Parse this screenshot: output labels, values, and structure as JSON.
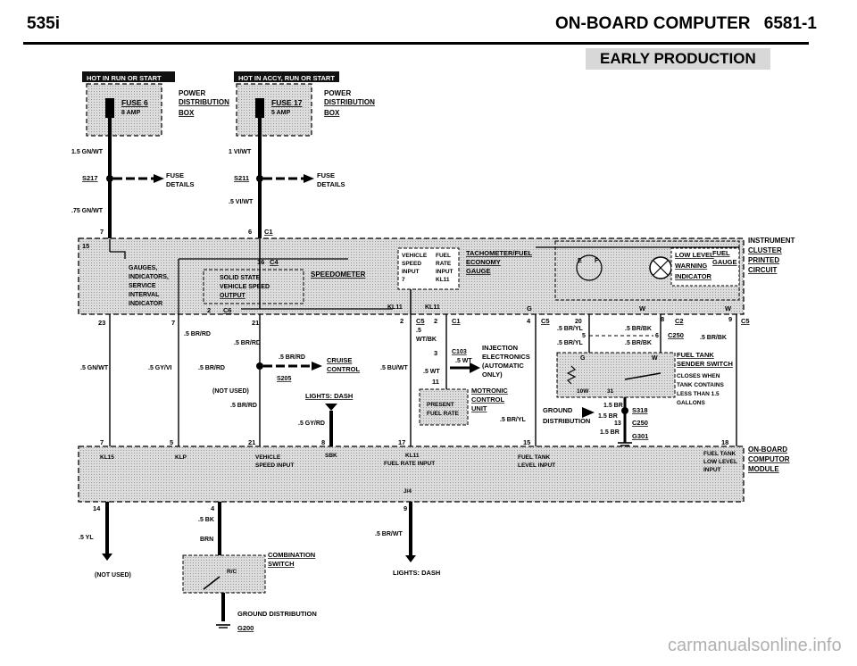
{
  "header": {
    "model": "535i",
    "title": "ON-BOARD COMPUTER",
    "page": "6581-1",
    "badge": "EARLY PRODUCTION"
  },
  "watermark": "carmanualsonline.info",
  "power": {
    "hot_run_start": "HOT IN RUN OR START",
    "hot_accy_run_start": "HOT IN ACCY, RUN OR START",
    "fuse6": "FUSE 6",
    "fuse6_amp": "8 AMP",
    "fuse17": "FUSE 17",
    "fuse17_amp": "5 AMP",
    "pd_line1": "POWER",
    "pd_line2": "DISTRIBUTION",
    "pd_line3": "BOX",
    "fuse_details_1": "FUSE",
    "fuse_details_2": "DETAILS"
  },
  "wires": {
    "w_15gnwt": "1.5 GN/WT",
    "w_1viwt": "1 VI/WT",
    "s217": "S217",
    "s211": "S211",
    "w_75gnwt": ".75 GN/WT",
    "w_5viwt": ".5 VI/WT",
    "pin7": "7",
    "pin6": "6",
    "c1": "C1",
    "pin15": "15"
  },
  "cluster": {
    "gauge_lines": [
      "GAUGES,",
      "INDICATORS,",
      "SERVICE",
      "INTERVAL",
      "INDICATOR"
    ],
    "c6": "C6",
    "pin16": "16",
    "c4": "C4",
    "solid_state": "SOLID STATE",
    "vss": "VEHICLE SPEED",
    "output": "OUTPUT",
    "speedometer": "SPEEDOMETER",
    "pin2": "2",
    "vsi_lines": [
      "VEHICLE",
      "SPEED",
      "INPUT",
      "7"
    ],
    "fri_lines": [
      "FUEL",
      "RATE",
      "INPUT",
      "KL11"
    ],
    "tach_lines": [
      "TACHOMETER/FUEL",
      "ECONOMY",
      "GAUGE"
    ],
    "kl11a": "KL11",
    "kl11b": "KL11",
    "low_level": "LOW LEVEL",
    "warning": "WARNING",
    "indicator": "INDICATOR",
    "fuel": "FUEL",
    "gauge": "GAUGE",
    "e": "E",
    "f": "F",
    "g": "G",
    "w": "W",
    "w2": "W",
    "ic_lines": [
      "INSTRUMENT",
      "CLUSTER",
      "PRINTED",
      "CIRCUIT"
    ]
  },
  "middle": {
    "pin23": "23",
    "pin7b": "7",
    "pin21": "21",
    "w5brrd_a": ".5 BR/RD",
    "w5brrd_b": ".5 BR/RD",
    "w5brrd_c": ".5 BR/RD",
    "w5brrd_d": ".5 BR/RD",
    "w5brrd_e": ".5 BR/RD",
    "w5gnwt": ".5 GN/WT",
    "w5gyvi": ".5 GY/VI",
    "cruise1": "CRUISE",
    "cruise2": "CONTROL",
    "s205": "S205",
    "not_used": "(NOT USED)",
    "lights_dash": "LIGHTS: DASH",
    "w5gyrd": ".5 GY/RD",
    "pin2b": "2",
    "c5": "C5",
    "pin2c": "2",
    "c1b": "C1",
    "p5": ".5",
    "wtbk": "WT/BK",
    "pin3": "3",
    "c103": "C103",
    "w5wt_a": ".5 WT",
    "w5wt_b": ".5 WT",
    "pin11": "11",
    "w5buwt": ".5 BU/WT",
    "inj_lines": [
      "INJECTION",
      "ELECTRONICS",
      "(AUTOMATIC",
      "ONLY)"
    ],
    "motronic_lines": [
      "MOTRONIC",
      "CONTROL",
      "UNIT"
    ],
    "present_lines": [
      "PRESENT",
      "FUEL RATE"
    ],
    "w5bryl": ".5 BR/YL"
  },
  "right": {
    "pin4": "4",
    "c5b": "C5",
    "pin20": "20",
    "pin8": "8",
    "c2": "C2",
    "pin9": "9",
    "c5c": "C5",
    "pin5": "5",
    "pin6b": "6",
    "c250": "C250",
    "bryl_a": ".5 BR/YL",
    "bryl_b": ".5 BR/YL",
    "brbk_a": ".5 BR/BK",
    "brbk_b": ".5 BR/BK",
    "brbk_c": ".5 BR/BK",
    "sender_lines": [
      "FUEL TANK",
      "SENDER SWITCH"
    ],
    "closes_lines": [
      "CLOSES WHEN",
      "TANK CONTAINS",
      "LESS THAN 1.5",
      "GALLONS"
    ],
    "g2": "G",
    "w3": "W",
    "ohm": "10W",
    "pin31": "31",
    "br15a": "1.5 BR",
    "br15b": "1.5 BR",
    "br15c": "1.5 BR",
    "s318": "S318",
    "ground": "GROUND",
    "distribution": "DISTRIBUTION",
    "pin13": "13",
    "c250b": "C250",
    "g301": "G301"
  },
  "obc": {
    "p7": "7",
    "p5": "5",
    "p21": "21",
    "p8": "8",
    "p17": "17",
    "p15": "15",
    "p18": "18",
    "kl15": "KL15",
    "klp": "KLP",
    "vsi1": "VEHICLE",
    "vsi2": "SPEED INPUT",
    "sbk": "SBK",
    "kl11": "KL11",
    "fri": "FUEL RATE INPUT",
    "ftl1": "FUEL TANK",
    "ftl2": "LEVEL INPUT",
    "ftl3_1": "FUEL TANK",
    "ftl3_2": "LOW LEVEL",
    "ftl3_3": "INPUT",
    "j4": "J/4",
    "obc_lines": [
      "ON-BOARD",
      "COMPUTOR",
      "MODULE"
    ],
    "p14": "14",
    "p4": "4",
    "p9": "9"
  },
  "bottom": {
    "w5yl": ".5 YL",
    "not_used": "(NOT USED)",
    "w5bk": ".5 BK",
    "brn": "BRN",
    "combo1": "COMBINATION",
    "combo2": "SWITCH",
    "rc": "R/C",
    "w5brwt": ".5 BR/WT",
    "lights": "LIGHTS: DASH",
    "gnd1": "GROUND DISTRIBUTION",
    "g200": "G200"
  }
}
